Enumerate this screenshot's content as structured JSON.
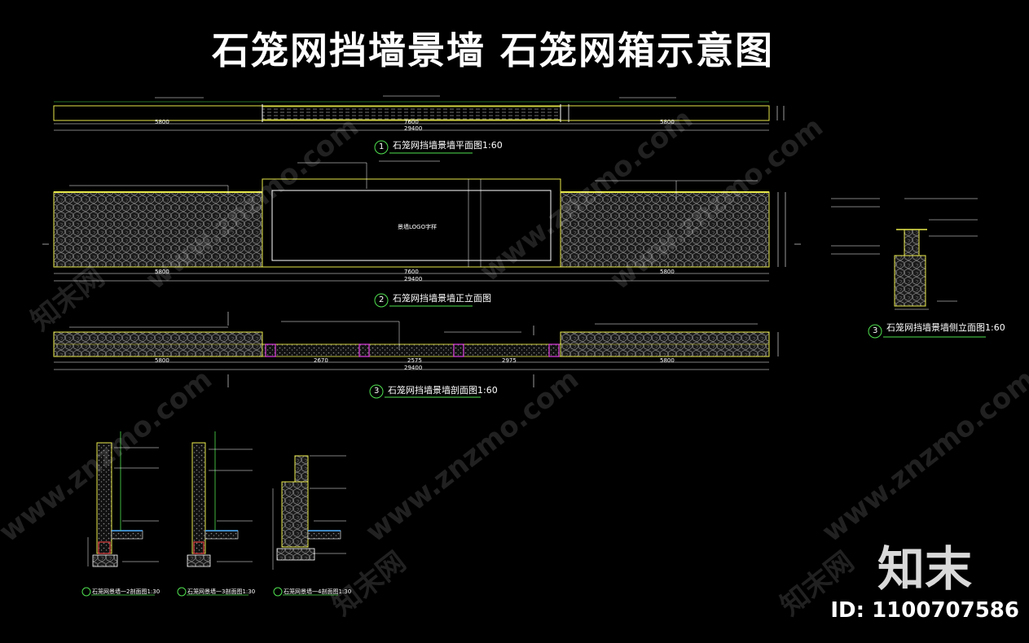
{
  "title": "石笼网挡墙景墙 石笼网箱示意图",
  "views": {
    "plan": {
      "num": "1",
      "caption": "石笼网挡墙景墙平面图1:60"
    },
    "front_elevation": {
      "num": "2",
      "caption": "石笼网挡墙景墙正立面图"
    },
    "section": {
      "num": "3",
      "caption": "石笼网挡墙景墙剖面图1:60"
    },
    "side_elevation": {
      "num": "3",
      "caption": "石笼网挡墙景墙侧立面图1:60"
    },
    "detail_1": {
      "num": "1",
      "caption": "石笼网景墙一2剖面图1:30"
    },
    "detail_2": {
      "num": "2",
      "caption": "石笼网景墙一3剖面图1:30"
    },
    "detail_3": {
      "num": "3",
      "caption": "石笼网景墙一4剖面图1:30"
    }
  },
  "dims": {
    "left_len": "5800",
    "mid_len": "7600",
    "right_len": "5800",
    "total_len": "29400",
    "section_a": "2670",
    "section_b": "2575",
    "section_c": "2975"
  },
  "center_label": "景墙LOGO字样",
  "watermark": {
    "site": "www.znzmo.com",
    "brand_cn": "知末网"
  },
  "brand": "知末",
  "id_label": "ID: 1100707586",
  "colors": {
    "line_yellow": "#e8e84a",
    "line_white": "#ffffff",
    "line_green": "#4fe04f",
    "accent_magenta": "#e040e0",
    "hatch": "#9a9a9a"
  }
}
